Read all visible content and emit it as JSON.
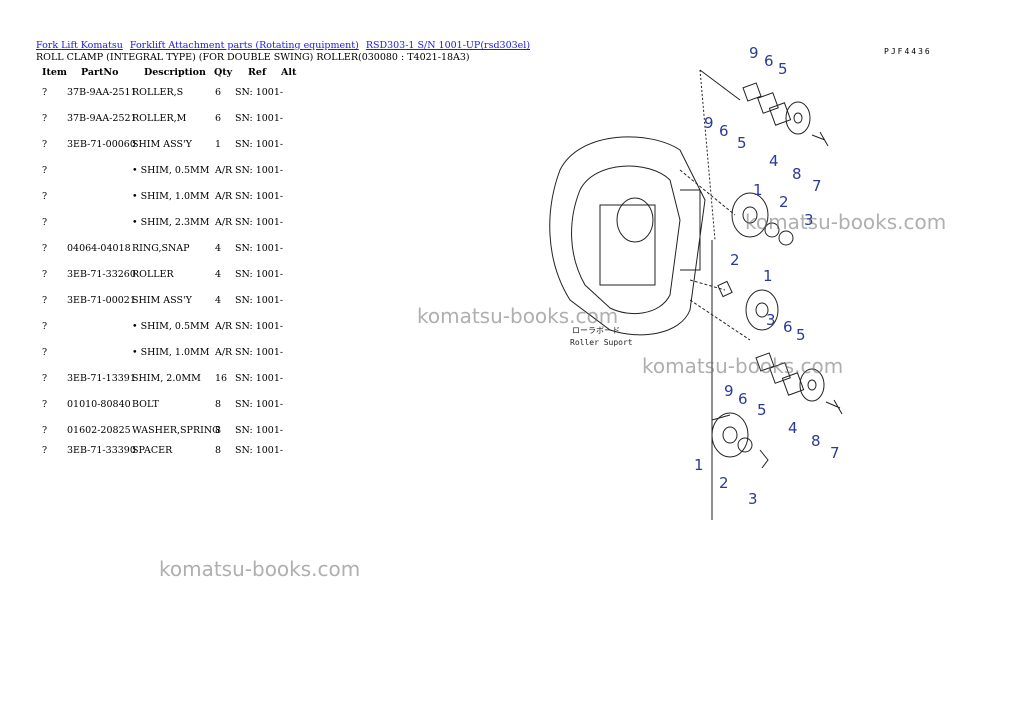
{
  "breadcrumb": [
    "Fork Lift Komatsu",
    "Forklift Attachment parts (Rotating equipment)",
    "RSD303-1 S/N 1001-UP(rsd303el)"
  ],
  "title": "ROLL CLAMP (INTEGRAL TYPE) (FOR DOUBLE SWING) ROLLER(030080 : T4021-18A3)",
  "table": {
    "headers": {
      "item": "Item",
      "partno": "PartNo",
      "description": "Description",
      "qty": "Qty",
      "ref": "Ref",
      "alt": "Alt"
    },
    "rows": [
      {
        "item": "?",
        "partno": "37B-9AA-2511",
        "description": "ROLLER,S",
        "qty": "6",
        "ref": "SN: 1001-"
      },
      {
        "item": "?",
        "partno": "37B-9AA-2521",
        "description": "ROLLER,M",
        "qty": "6",
        "ref": "SN: 1001-"
      },
      {
        "item": "?",
        "partno": "3EB-71-00060",
        "description": "SHIM ASS'Y",
        "qty": "1",
        "ref": "SN: 1001-"
      },
      {
        "item": "?",
        "partno": "",
        "description": "• SHIM, 0.5MM",
        "qty": "A/R",
        "ref": "SN: 1001-"
      },
      {
        "item": "?",
        "partno": "",
        "description": "• SHIM, 1.0MM",
        "qty": "A/R",
        "ref": "SN: 1001-"
      },
      {
        "item": "?",
        "partno": "",
        "description": "• SHIM, 2.3MM",
        "qty": "A/R",
        "ref": "SN: 1001-"
      },
      {
        "item": "?",
        "partno": "04064-04018",
        "description": "RING,SNAP",
        "qty": "4",
        "ref": "SN: 1001-"
      },
      {
        "item": "?",
        "partno": "3EB-71-33260",
        "description": "ROLLER",
        "qty": "4",
        "ref": "SN: 1001-"
      },
      {
        "item": "?",
        "partno": "3EB-71-00021",
        "description": "SHIM ASS'Y",
        "qty": "4",
        "ref": "SN: 1001-"
      },
      {
        "item": "?",
        "partno": "",
        "description": "• SHIM, 0.5MM",
        "qty": "A/R",
        "ref": "SN: 1001-"
      },
      {
        "item": "?",
        "partno": "",
        "description": "• SHIM, 1.0MM",
        "qty": "A/R",
        "ref": "SN: 1001-"
      },
      {
        "item": "?",
        "partno": "3EB-71-13391",
        "description": "SHIM, 2.0MM",
        "qty": "16",
        "ref": "SN: 1001-"
      },
      {
        "item": "?",
        "partno": "01010-80840",
        "description": "BOLT",
        "qty": "8",
        "ref": "SN: 1001-"
      },
      {
        "item": "?",
        "partno": "01602-20825",
        "description": "WASHER,SPRING",
        "qty": "8",
        "ref": "SN: 1001-"
      },
      {
        "item": "?",
        "partno": "3EB-71-33390",
        "description": "SPACER",
        "qty": "8",
        "ref": "SN: 1001-"
      }
    ]
  },
  "watermark": "komatsu-books.com",
  "diagram": {
    "code": "PJF4436",
    "label_jp": "ローラボード",
    "label_en": "Roller Suport",
    "callout_color": "#2a3a9a",
    "callouts": [
      "9",
      "6",
      "5",
      "9",
      "6",
      "5",
      "4",
      "8",
      "7",
      "1",
      "2",
      "3",
      "2",
      "1",
      "3",
      "6",
      "5",
      "9",
      "6",
      "5",
      "4",
      "8",
      "7",
      "1",
      "2",
      "3"
    ]
  }
}
